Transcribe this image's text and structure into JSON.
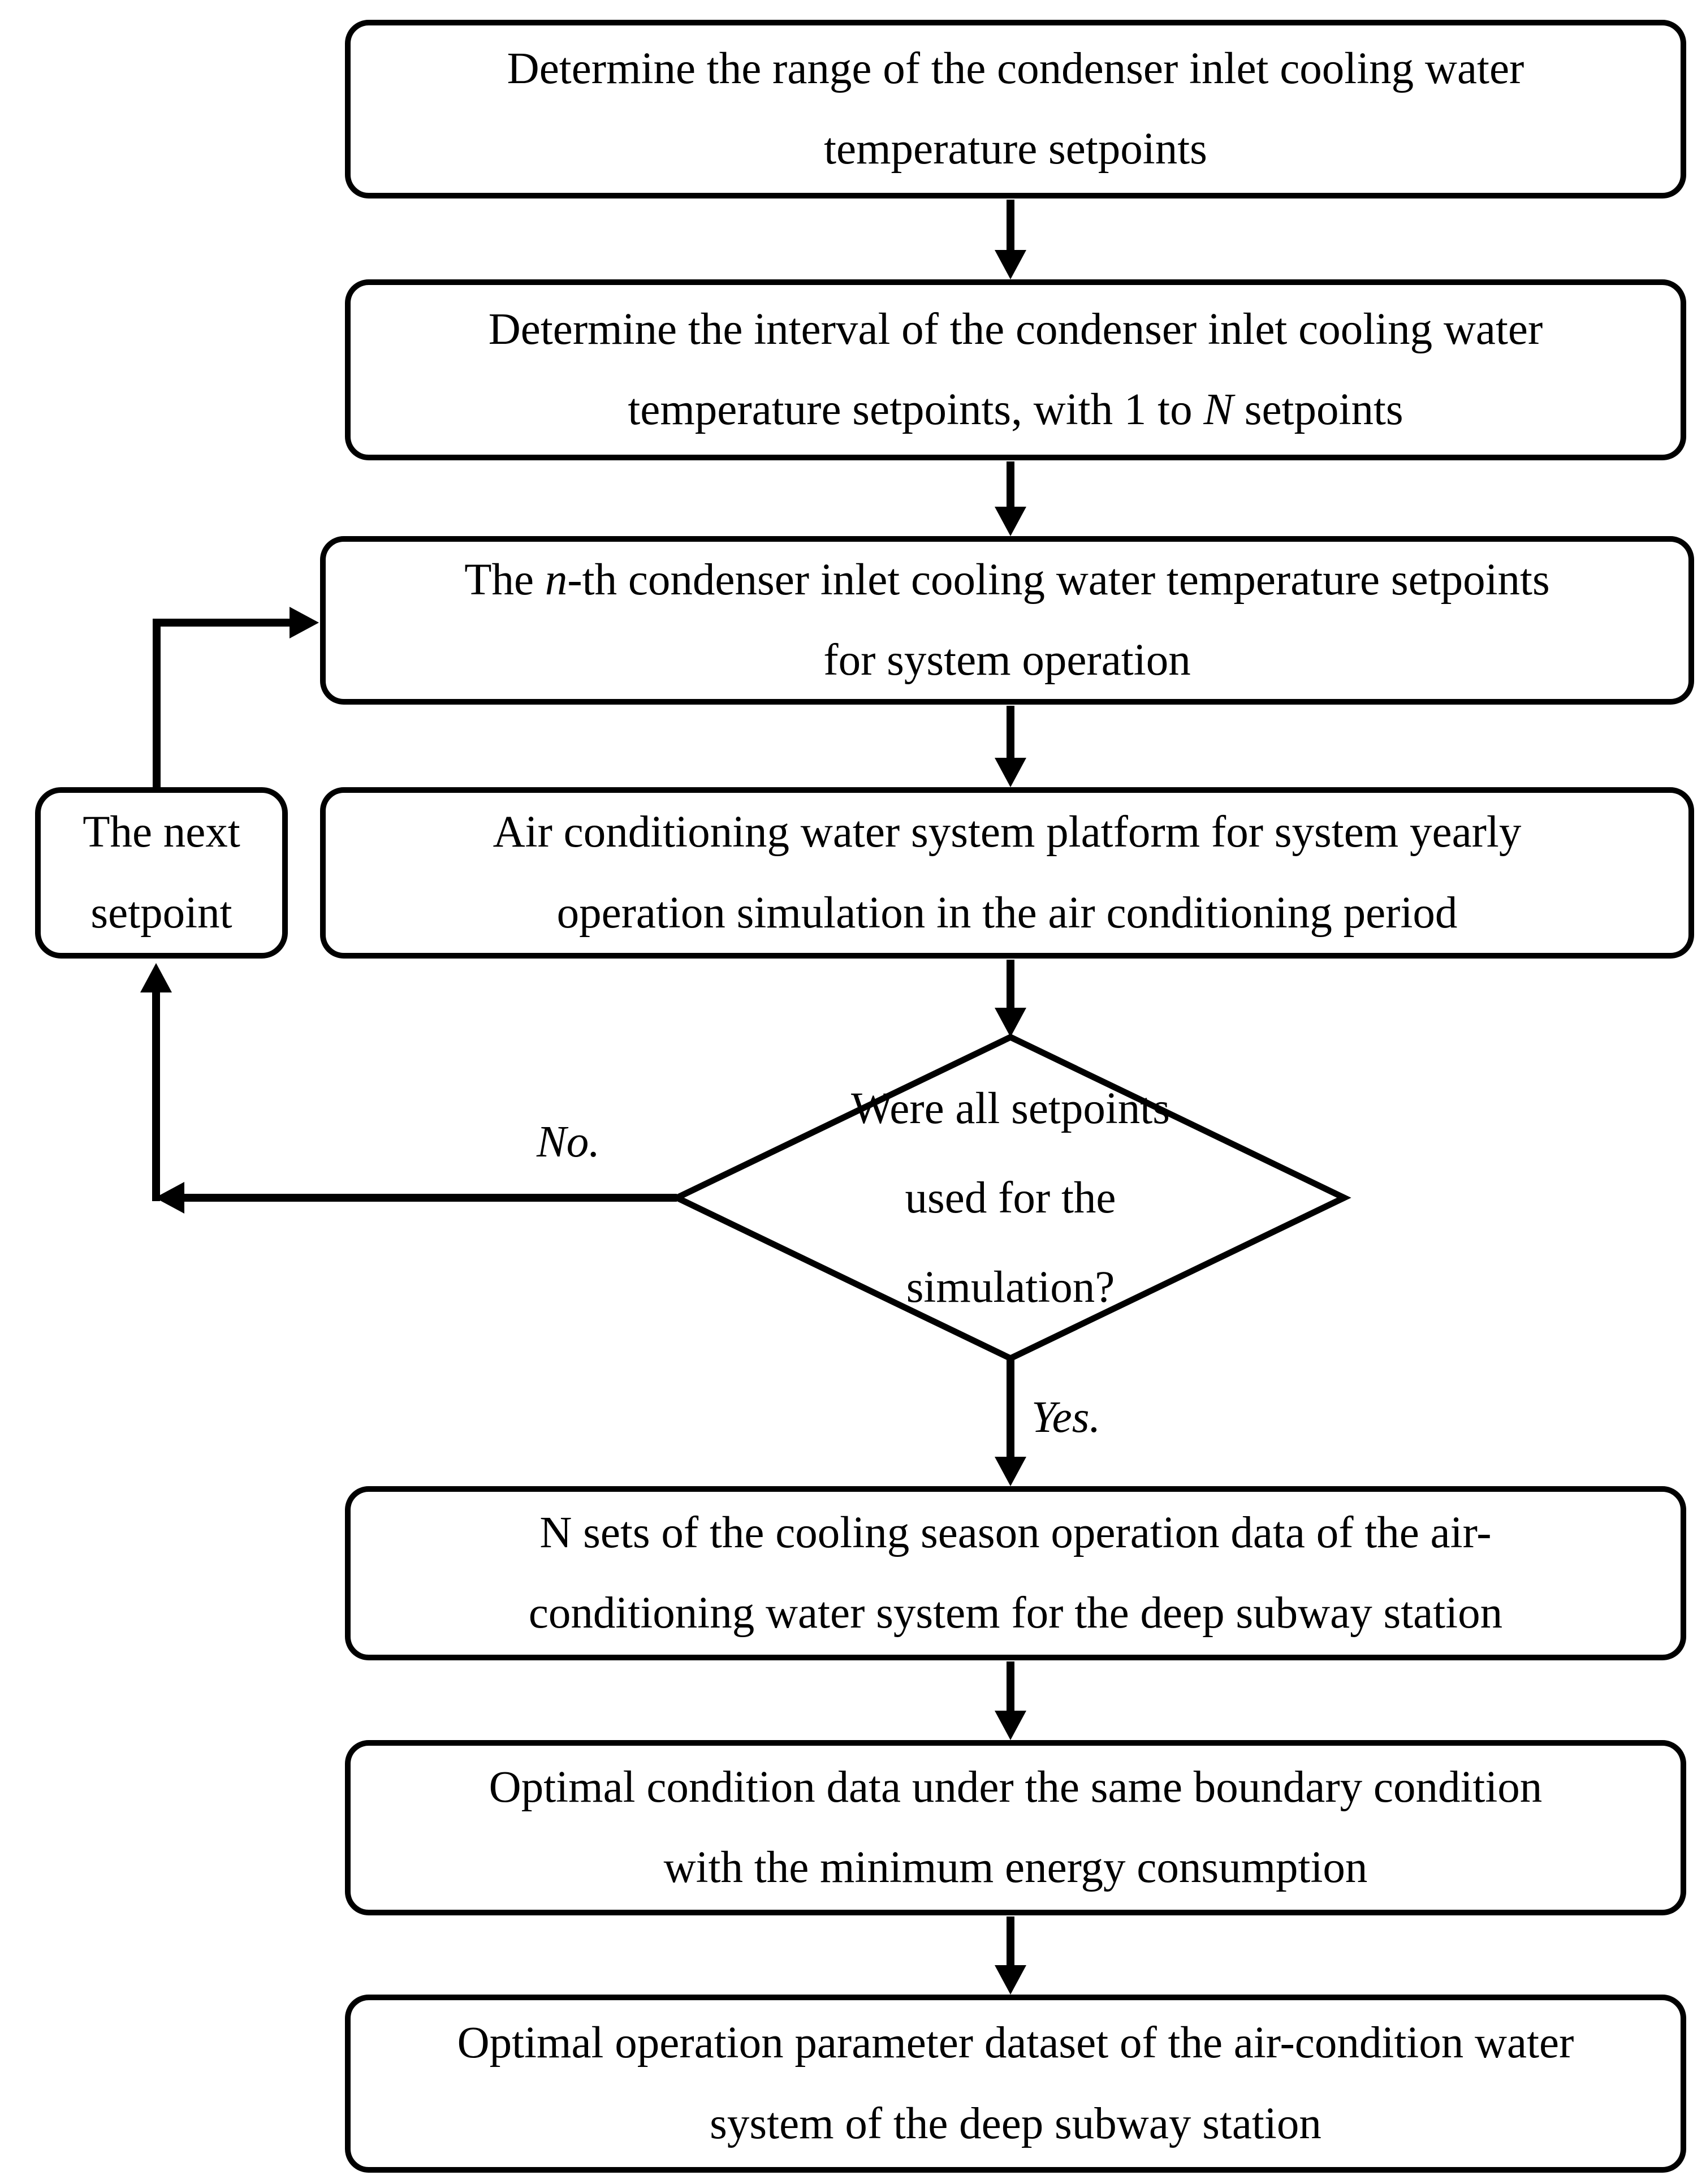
{
  "nodes": {
    "determine_range": {
      "lines": [
        "Determine the range of the condenser inlet cooling water",
        "temperature setpoints"
      ]
    },
    "determine_interval": {
      "line1": "Determine the interval of the condenser inlet cooling water",
      "line2_pre": "temperature setpoints, with 1 to ",
      "line2_var": "N",
      "line2_post": " setpoints"
    },
    "nth_setpoint": {
      "line1_pre": "The ",
      "line1_var": "n",
      "line1_post": "-th condenser inlet cooling water temperature setpoints",
      "line2": "for system operation"
    },
    "platform": {
      "lines": [
        "Air conditioning water system platform for system yearly",
        "operation simulation in the air conditioning period"
      ]
    },
    "decision": {
      "lines": [
        "Were all setpoints",
        "used for the",
        "simulation?"
      ]
    },
    "next_setpoint": {
      "lines": [
        "The next",
        "setpoint"
      ]
    },
    "n_sets": {
      "lines": [
        "N sets of the cooling season operation data of the air-",
        "conditioning water system for the deep subway station"
      ]
    },
    "optimal_condition": {
      "lines": [
        "Optimal condition data under the same boundary condition",
        "with the minimum energy consumption"
      ]
    },
    "optimal_dataset": {
      "lines": [
        "Optimal operation parameter dataset of the air-condition water",
        "system of the deep subway station"
      ]
    }
  },
  "labels": {
    "no": "No.",
    "yes": "Yes."
  },
  "colors": {
    "ink": "#000000",
    "paper": "#ffffff"
  }
}
